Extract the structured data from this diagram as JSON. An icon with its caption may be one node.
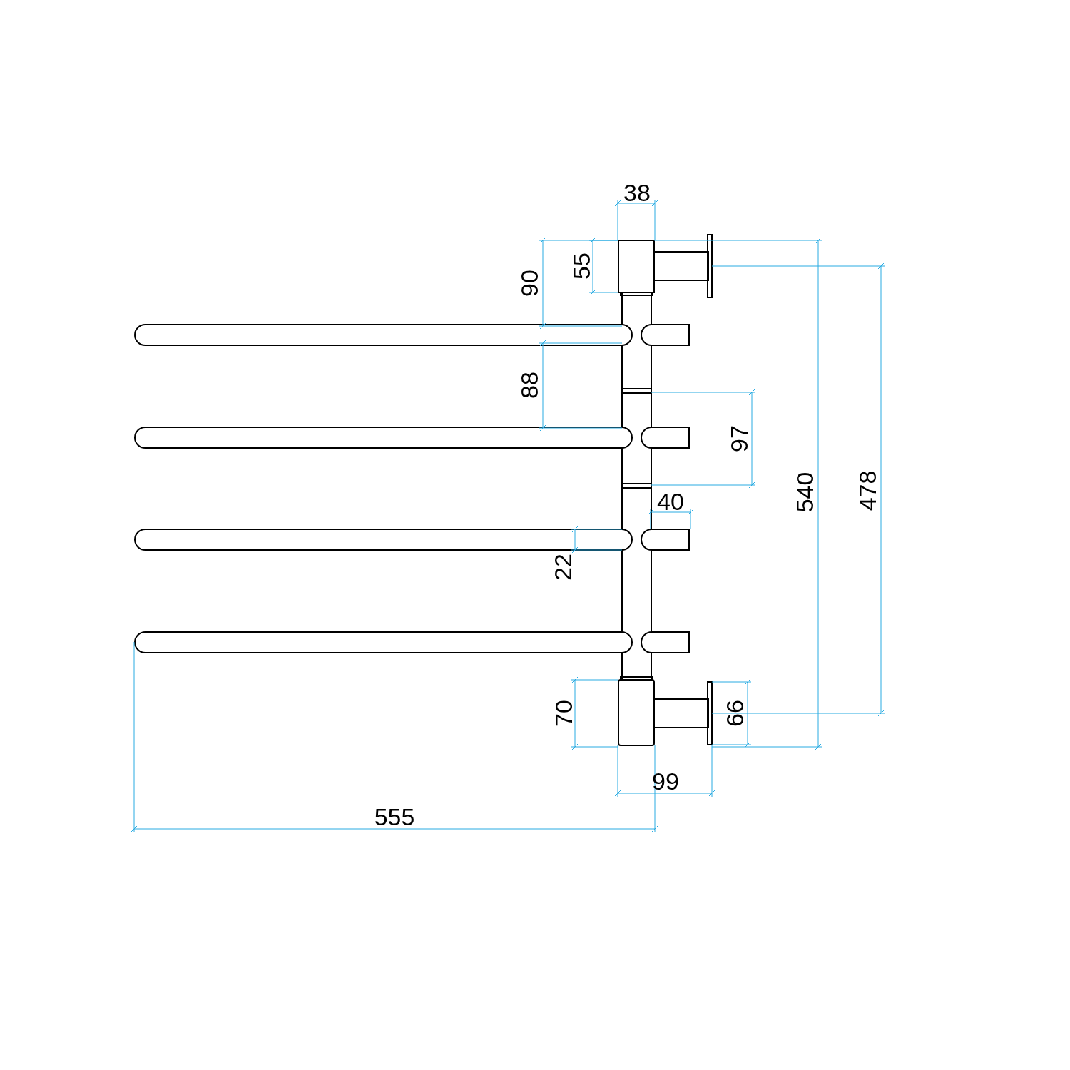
{
  "diagram": {
    "labels": [
      "38",
      "55",
      "90",
      "88",
      "97",
      "540",
      "478",
      "40",
      "22",
      "70",
      "66",
      "99",
      "555"
    ]
  }
}
